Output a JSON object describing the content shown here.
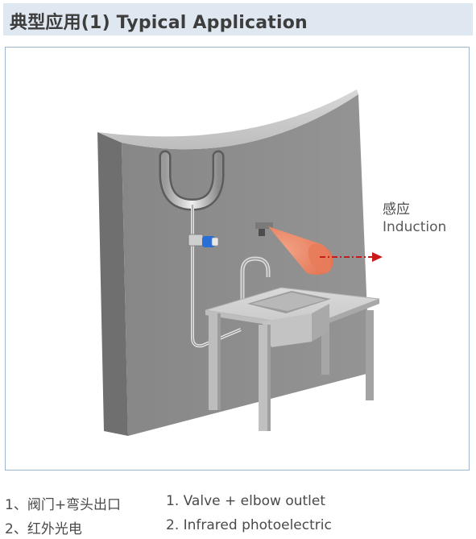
{
  "header": {
    "title": "典型应用(1) Typical Application"
  },
  "annotation": {
    "cn": "感应",
    "en": "Induction"
  },
  "legend": {
    "items": [
      {
        "cn": "1、阀门+弯头出口",
        "en": "1. Valve + elbow outlet"
      },
      {
        "cn": "2、红外光电",
        "en": "2. Infrared photoelectric"
      }
    ]
  },
  "colors": {
    "header_bg": "#dfe7f1",
    "frame_border": "#9fb6cf",
    "wall": "#8e8e8e",
    "sensor_beam": "#ef8a6a",
    "arrow": "#d11f1f"
  }
}
